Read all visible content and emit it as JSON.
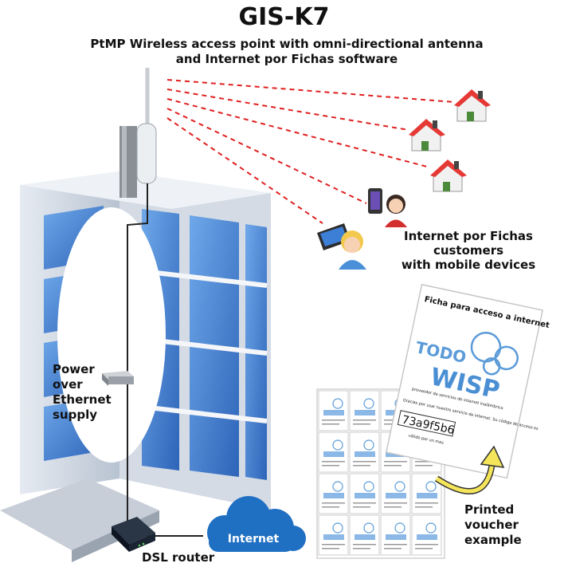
{
  "title": "GIS-K7",
  "subtitle_line1": "PtMP Wireless access point with omni-directional antenna",
  "subtitle_line2": "and Internet por Fichas software",
  "customers_label": [
    "Internet por Fichas",
    "customers",
    "with mobile devices"
  ],
  "poe_label": [
    "Power",
    "over",
    "Ethernet",
    "supply"
  ],
  "router_label": "DSL router",
  "cloud_label": "Internet",
  "voucher_label": [
    "Printed",
    "voucher",
    "example"
  ],
  "voucher": {
    "heading": "Ficha para acceso a internet",
    "brand_top": "TODO",
    "brand_bottom": "WISP",
    "tagline": "proveedor de servicios de internet inalámbrico",
    "message": "Gracias por usar nuestro servicio de internet. Su código de acceso es",
    "code": "73a9f5b6",
    "validity": "válido por un mes"
  },
  "colors": {
    "link": "#e02020",
    "cloud": "#1f6fc2",
    "roof": "#e53935",
    "building_glass": "#3d7fd6"
  }
}
